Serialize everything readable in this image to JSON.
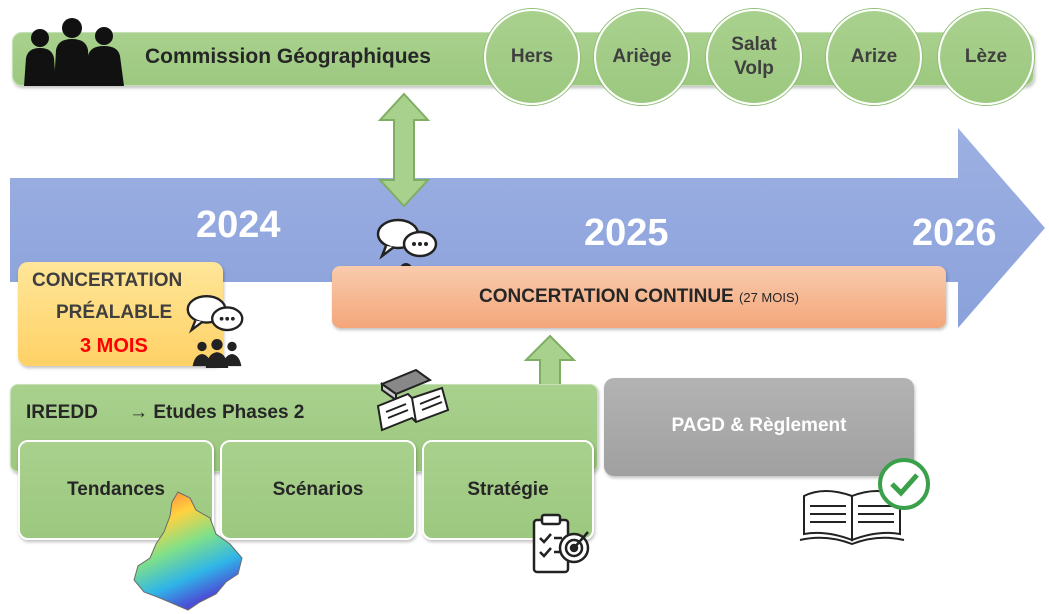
{
  "commission": {
    "title": "Commission Géographiques"
  },
  "basins": [
    "Hers",
    "Ariège",
    "Salat\nVolp",
    "Arize",
    "Lèze"
  ],
  "years": [
    "2024",
    "2025",
    "2026"
  ],
  "concertation_prealable": {
    "line1": "CONCERTATION",
    "line2": "PRÉALABLE",
    "duration": "3 MOIS"
  },
  "concertation_continue": {
    "label": "CONCERTATION CONTINUE",
    "duration": "(27 MOIS)"
  },
  "etudes": {
    "ireedd": "IREEDD",
    "arrow": "→",
    "label": "Etudes Phases 2"
  },
  "phases": [
    "Tendances",
    "Scénarios",
    "Stratégie"
  ],
  "pagd": {
    "label": "PAGD & Règlement"
  },
  "colors": {
    "green": "#a9d18e",
    "timeline_blue": "#8fa6dd",
    "salmon": "#f4b183",
    "yellow": "#ffd966",
    "gray": "#a6a6a6",
    "red": "#ff0000"
  },
  "icons": [
    "people-silhouette-icon",
    "chat-bubbles-icon",
    "group-icon",
    "books-icon",
    "map-icon",
    "clipboard-target-icon",
    "open-book-check-icon"
  ]
}
